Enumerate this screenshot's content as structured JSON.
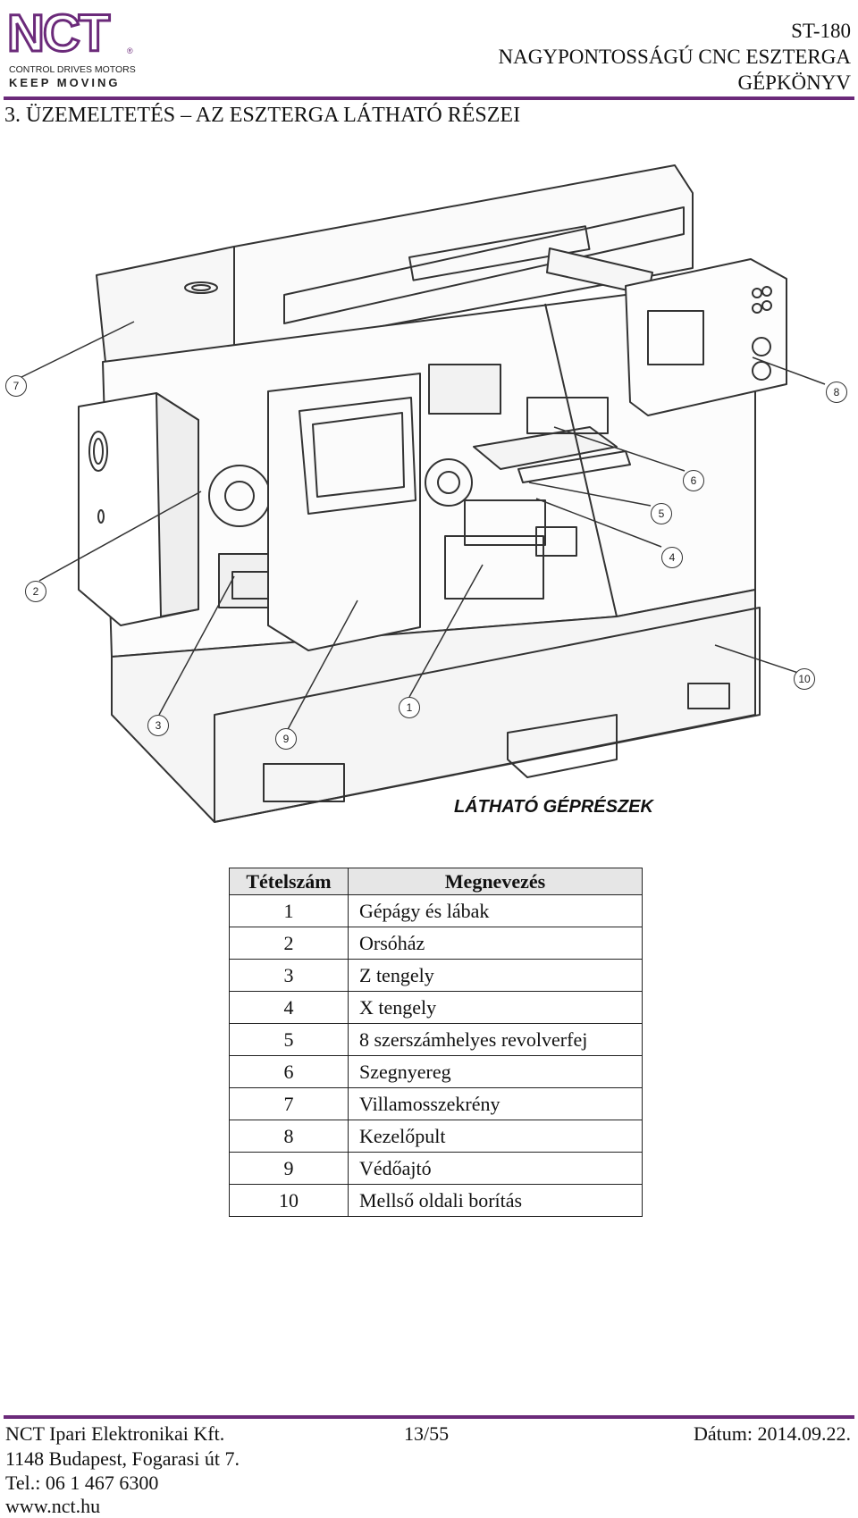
{
  "header": {
    "logo_text": "NCT",
    "logo_reg": "®",
    "logo_tagline": "CONTROL DRIVES MOTORS",
    "logo_slogan": "KEEP MOVING",
    "model": "ST-180",
    "machine": "NAGYPONTOSSÁGÚ CNC ESZTERGA",
    "doc_type": "GÉPKÖNYV"
  },
  "section_title": "3. ÜZEMELTETÉS – AZ ESZTERGA LÁTHATÓ RÉSZEI",
  "drawing": {
    "caption": "LÁTHATÓ GÉPRÉSZEK",
    "callouts": [
      "1",
      "2",
      "3",
      "4",
      "5",
      "6",
      "7",
      "8",
      "9",
      "10"
    ]
  },
  "table": {
    "headers": [
      "Tételszám",
      "Megnevezés"
    ],
    "rows": [
      {
        "num": "1",
        "name": "Gépágy és lábak"
      },
      {
        "num": "2",
        "name": "Orsóház"
      },
      {
        "num": "3",
        "name": "Z tengely"
      },
      {
        "num": "4",
        "name": "X tengely"
      },
      {
        "num": "5",
        "name": "8 szerszámhelyes revolverfej"
      },
      {
        "num": "6",
        "name": "Szegnyereg"
      },
      {
        "num": "7",
        "name": "Villamosszekrény"
      },
      {
        "num": "8",
        "name": "Kezelőpult"
      },
      {
        "num": "9",
        "name": "Védőajtó"
      },
      {
        "num": "10",
        "name": "Mellső oldali borítás"
      }
    ]
  },
  "footer": {
    "company": "NCT Ipari Elektronikai Kft.",
    "page": "13/55",
    "date": "Dátum: 2014.09.22.",
    "address": "1148 Budapest, Fogarasi út 7.",
    "phone": "Tel.: 06 1 467 6300",
    "web": "www.nct.hu"
  },
  "colors": {
    "brand": "#6b2a7a",
    "table_header_bg": "#e6e6e6"
  }
}
